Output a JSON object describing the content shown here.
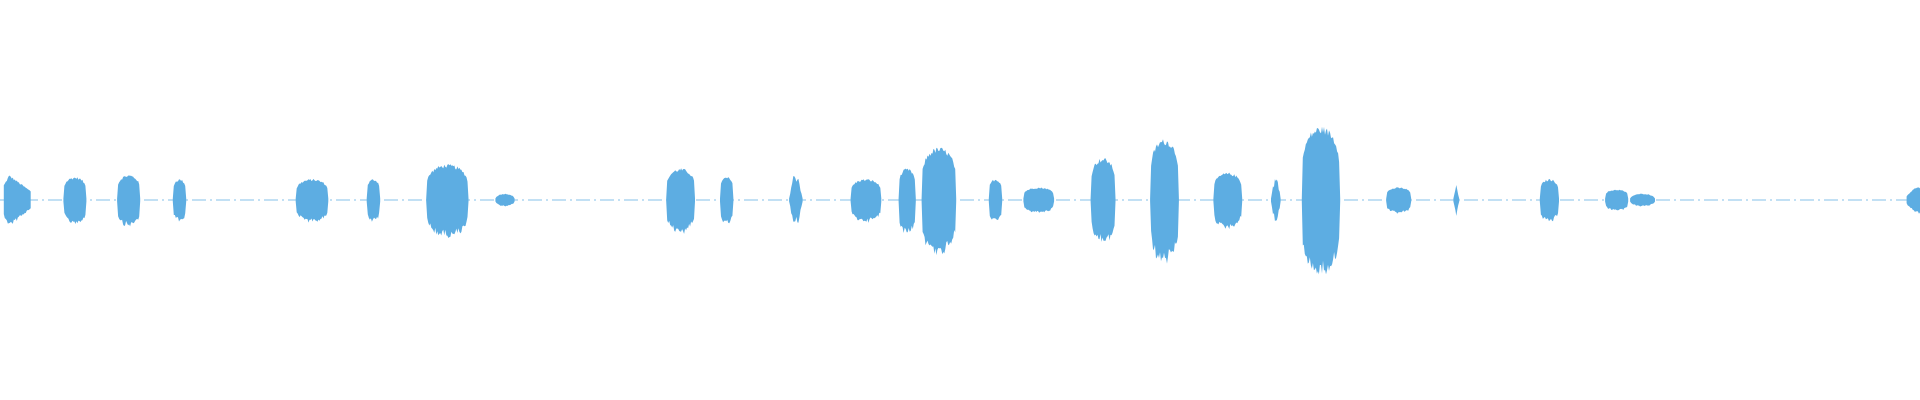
{
  "waveform": {
    "color": "#5dade2",
    "background": "#ffffff",
    "segments": [
      {
        "start": 0.002,
        "end": 0.016,
        "amplitude": 0.12,
        "shape": "ramp-down"
      },
      {
        "start": 0.033,
        "end": 0.045,
        "amplitude": 0.11,
        "shape": "rounded"
      },
      {
        "start": 0.061,
        "end": 0.073,
        "amplitude": 0.12,
        "shape": "rounded"
      },
      {
        "start": 0.09,
        "end": 0.097,
        "amplitude": 0.1,
        "shape": "rounded"
      },
      {
        "start": 0.154,
        "end": 0.171,
        "amplitude": 0.1,
        "shape": "rounded"
      },
      {
        "start": 0.191,
        "end": 0.198,
        "amplitude": 0.1,
        "shape": "rounded"
      },
      {
        "start": 0.222,
        "end": 0.244,
        "amplitude": 0.17,
        "shape": "rounded"
      },
      {
        "start": 0.258,
        "end": 0.268,
        "amplitude": 0.03,
        "shape": "blob"
      },
      {
        "start": 0.347,
        "end": 0.362,
        "amplitude": 0.15,
        "shape": "rounded"
      },
      {
        "start": 0.375,
        "end": 0.382,
        "amplitude": 0.11,
        "shape": "rounded"
      },
      {
        "start": 0.411,
        "end": 0.418,
        "amplitude": 0.12,
        "shape": "spiky"
      },
      {
        "start": 0.443,
        "end": 0.459,
        "amplitude": 0.1,
        "shape": "rounded"
      },
      {
        "start": 0.468,
        "end": 0.477,
        "amplitude": 0.15,
        "shape": "rounded"
      },
      {
        "start": 0.48,
        "end": 0.498,
        "amplitude": 0.25,
        "shape": "rounded"
      },
      {
        "start": 0.515,
        "end": 0.522,
        "amplitude": 0.1,
        "shape": "rounded"
      },
      {
        "start": 0.533,
        "end": 0.549,
        "amplitude": 0.06,
        "shape": "rounded"
      },
      {
        "start": 0.568,
        "end": 0.581,
        "amplitude": 0.2,
        "shape": "rounded"
      },
      {
        "start": 0.599,
        "end": 0.614,
        "amplitude": 0.29,
        "shape": "rounded"
      },
      {
        "start": 0.632,
        "end": 0.647,
        "amplitude": 0.13,
        "shape": "rounded"
      },
      {
        "start": 0.662,
        "end": 0.667,
        "amplitude": 0.1,
        "shape": "spiky"
      },
      {
        "start": 0.678,
        "end": 0.698,
        "amplitude": 0.35,
        "shape": "rounded"
      },
      {
        "start": 0.722,
        "end": 0.735,
        "amplitude": 0.06,
        "shape": "rounded"
      },
      {
        "start": 0.757,
        "end": 0.76,
        "amplitude": 0.06,
        "shape": "spiky"
      },
      {
        "start": 0.802,
        "end": 0.812,
        "amplitude": 0.1,
        "shape": "rounded"
      },
      {
        "start": 0.836,
        "end": 0.848,
        "amplitude": 0.05,
        "shape": "rounded"
      },
      {
        "start": 0.849,
        "end": 0.862,
        "amplitude": 0.03,
        "shape": "blob"
      },
      {
        "start": 0.993,
        "end": 1.0,
        "amplitude": 0.06,
        "shape": "ramp-up"
      }
    ]
  }
}
